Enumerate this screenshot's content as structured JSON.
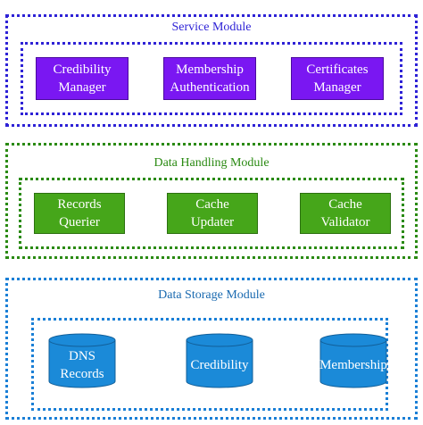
{
  "colors": {
    "service": "#2e22d6",
    "service_box": "#7a17f2",
    "handling": "#2a8a12",
    "handling_box": "#46a61a",
    "storage": "#1a7fd6",
    "storage_cylinder": "#1b8ad8"
  },
  "service_module": {
    "title": "Service Module",
    "components": [
      "Credibility\nManager",
      "Membership\nAuthentication",
      "Certificates\nManager"
    ]
  },
  "data_handling_module": {
    "title": "Data Handling Module",
    "components": [
      "Records\nQuerier",
      "Cache\nUpdater",
      "Cache\nValidator"
    ]
  },
  "data_storage_module": {
    "title": "Data Storage Module",
    "databases": [
      "DNS\nRecords",
      "Credibility",
      "Membership"
    ]
  }
}
